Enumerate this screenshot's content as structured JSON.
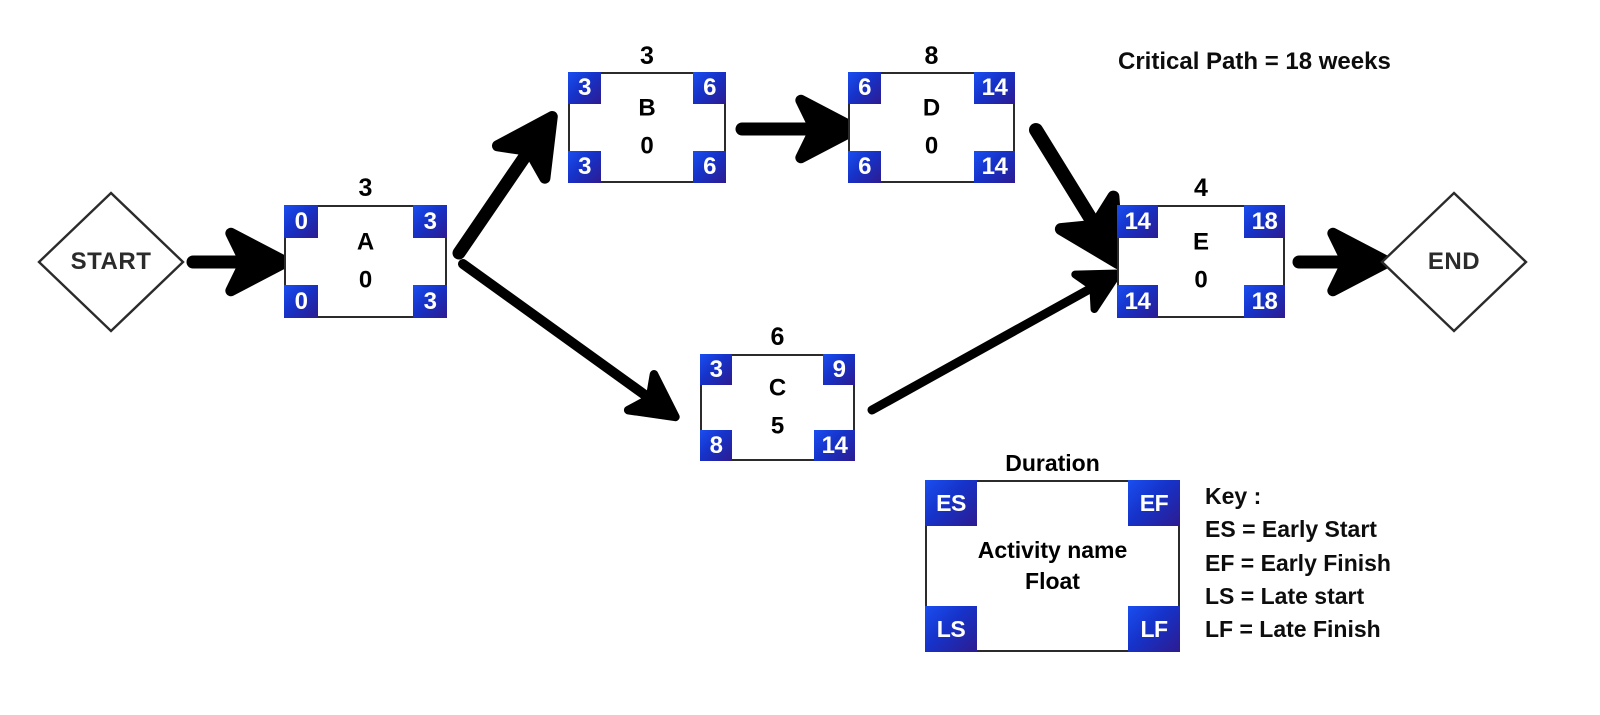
{
  "diagram": {
    "title": "Critical Path = 18 weeks",
    "start_label": "START",
    "end_label": "END"
  },
  "nodes": [
    {
      "id": "A",
      "name": "A",
      "float": "0",
      "duration": "3",
      "es": "0",
      "ef": "3",
      "ls": "0",
      "lf": "3"
    },
    {
      "id": "B",
      "name": "B",
      "float": "0",
      "duration": "3",
      "es": "3",
      "ef": "6",
      "ls": "3",
      "lf": "6"
    },
    {
      "id": "D",
      "name": "D",
      "float": "0",
      "duration": "8",
      "es": "6",
      "ef": "14",
      "ls": "6",
      "lf": "14"
    },
    {
      "id": "C",
      "name": "C",
      "float": "5",
      "duration": "6",
      "es": "3",
      "ef": "9",
      "ls": "8",
      "lf": "14"
    },
    {
      "id": "E",
      "name": "E",
      "float": "0",
      "duration": "4",
      "es": "14",
      "ef": "18",
      "ls": "14",
      "lf": "18"
    }
  ],
  "legend": {
    "duration_label": "Duration",
    "es": "ES",
    "ef": "EF",
    "ls": "LS",
    "lf": "LF",
    "activity_name": "Activity name",
    "float": "Float",
    "key_title": "Key :",
    "key_lines": [
      "ES = Early Start",
      "EF = Early Finish",
      "LS = Late start",
      "LF = Late Finish"
    ]
  },
  "colors": {
    "badge_start": "#1a4ef0",
    "badge_end": "#2d1b8f",
    "node_border": "#2b2b2b",
    "arrow": "#000000",
    "text": "#0d0d0d"
  }
}
